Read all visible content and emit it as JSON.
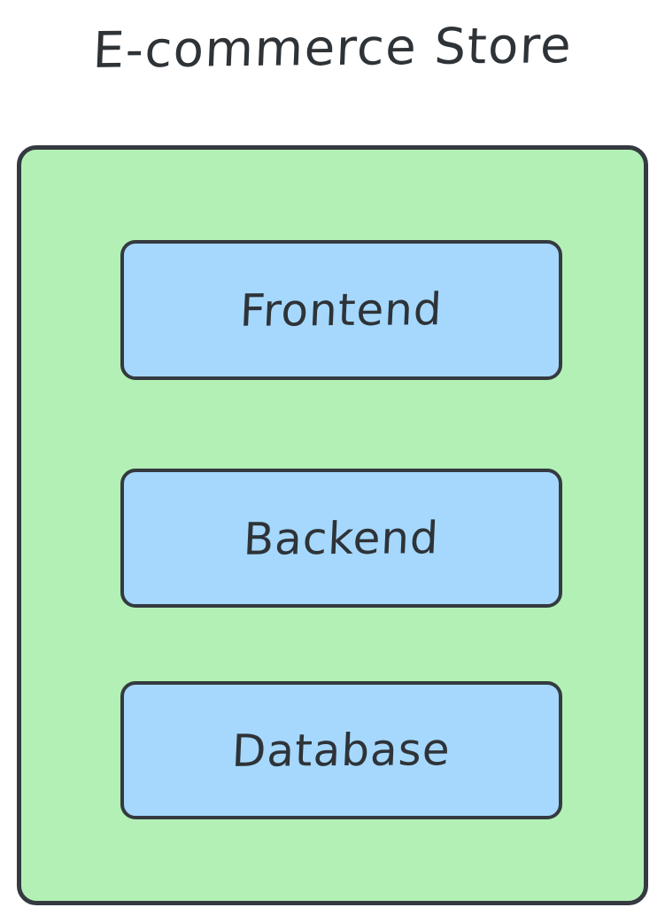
{
  "diagram": {
    "title": "E-commerce Store",
    "style": "hand-drawn-sketch",
    "background_color": "#FFFFFF",
    "title_color": "#2E3338",
    "group": {
      "name": "E-commerce Store",
      "fill_color": "#B3F0B5",
      "border_color": "#343A40",
      "nodes": [
        {
          "label": "Frontend",
          "fill_color": "#A5D8FC",
          "border_color": "#343A40",
          "text_color": "#2E3338"
        },
        {
          "label": "Backend",
          "fill_color": "#A5D8FC",
          "border_color": "#343A40",
          "text_color": "#2E3338"
        },
        {
          "label": "Database",
          "fill_color": "#A5D8FC",
          "border_color": "#343A40",
          "text_color": "#2E3338"
        }
      ]
    }
  }
}
